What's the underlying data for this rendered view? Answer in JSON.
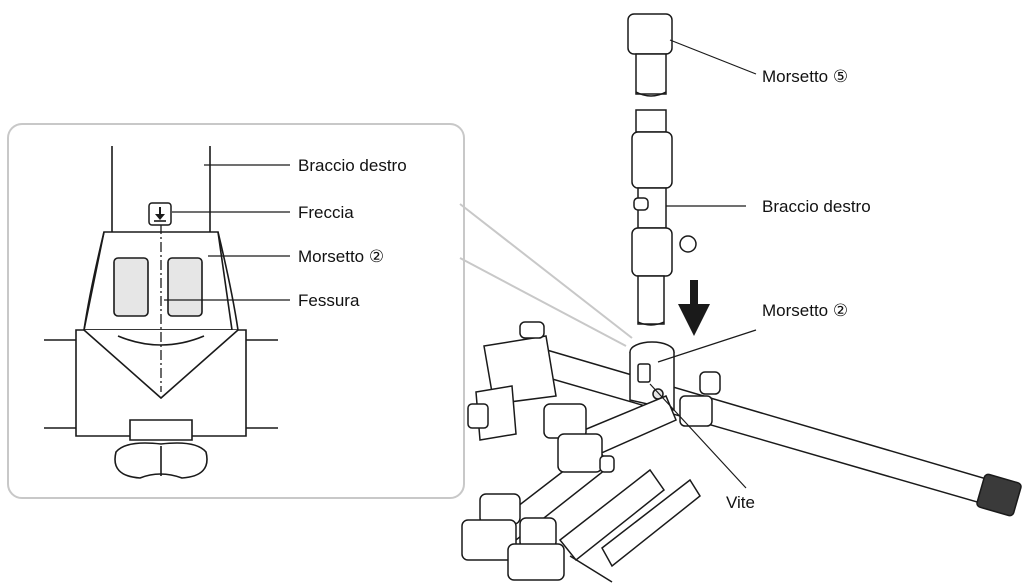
{
  "inset": {
    "labels": {
      "right_arm": "Braccio destro",
      "arrow": "Freccia",
      "clamp": "Morsetto ②",
      "slot": "Fessura"
    },
    "arrow_icon": "down-arrow-icon"
  },
  "main": {
    "labels": {
      "clamp_top": "Morsetto ⑤",
      "right_arm": "Braccio destro",
      "clamp": "Morsetto ②",
      "screw": "Vite"
    },
    "insert_arrow_icon": "down-arrow-icon"
  },
  "colors": {
    "line": "#1a1a1a",
    "inset_border": "#c8c8c8",
    "fill_light": "#ffffff",
    "fill_shade": "#e6e6e6",
    "fill_dark": "#3a3a3a"
  }
}
